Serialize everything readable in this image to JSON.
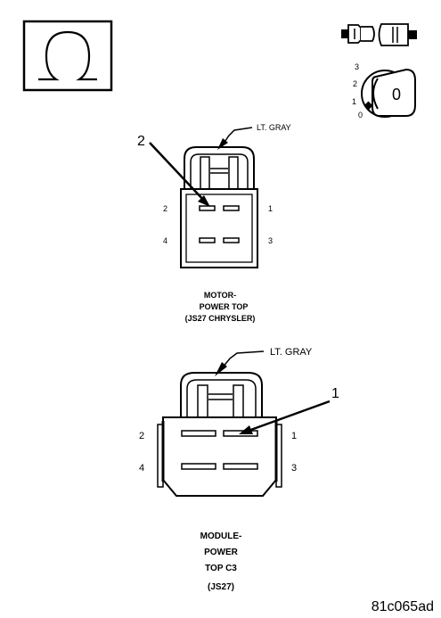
{
  "top_connector": {
    "color_label": "LT. GRAY",
    "callout_number": "2",
    "pins": [
      "1",
      "2",
      "3",
      "4"
    ],
    "caption_line1": "MOTOR-",
    "caption_line2": "POWER TOP",
    "caption_line3": "(JS27 CHRYSLER)"
  },
  "bottom_connector": {
    "color_label": "LT. GRAY",
    "callout_number": "1",
    "pins": [
      "1",
      "2",
      "3",
      "4"
    ],
    "caption_line1": "MODULE-",
    "caption_line2": "POWER",
    "caption_line3": "TOP C3",
    "caption_line4": "(JS27)"
  },
  "ignition_positions": [
    "3",
    "2",
    "1",
    "0"
  ],
  "key_label": "0",
  "figure_id": "81c065ad"
}
